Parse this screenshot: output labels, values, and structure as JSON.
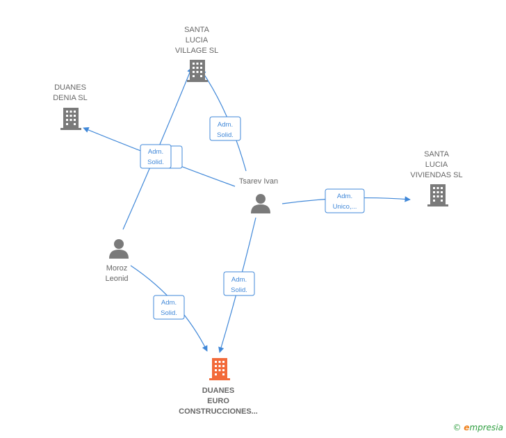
{
  "nodes": {
    "santa_lucia_village": {
      "label": [
        "SANTA",
        "LUCIA",
        "VILLAGE  SL"
      ],
      "kind": "company"
    },
    "duanes_denia": {
      "label": [
        "DUANES",
        "DENIA SL"
      ],
      "kind": "company"
    },
    "santa_lucia_viviendas": {
      "label": [
        "SANTA",
        "LUCIA",
        "VIVIENDAS  SL"
      ],
      "kind": "company"
    },
    "duanes_euro": {
      "label": [
        "DUANES",
        "EURO",
        "CONSTRUCCIONES..."
      ],
      "kind": "company-main"
    },
    "tsarev": {
      "label": [
        "Tsarev Ivan"
      ],
      "kind": "person"
    },
    "moroz": {
      "label": [
        "Moroz",
        "Leonid"
      ],
      "kind": "person"
    }
  },
  "edges": {
    "moroz_village": {
      "label": [
        "Adm.",
        "Solid."
      ]
    },
    "tsarev_denia": {
      "label": [
        "Adm.",
        "Solid."
      ]
    },
    "tsarev_village": {
      "label": [
        "Adm.",
        "Solid."
      ]
    },
    "tsarev_viviendas": {
      "label": [
        "Adm.",
        "Unico,..."
      ]
    },
    "tsarev_euro": {
      "label": [
        "Adm.",
        "Solid."
      ]
    },
    "moroz_euro": {
      "label": [
        "Adm.",
        "Solid."
      ]
    }
  },
  "colors": {
    "company": "#7a7a7a",
    "company_main": "#f26a3a",
    "person": "#7a7a7a",
    "edge": "#3f87d8"
  },
  "footer": {
    "copyright": "©",
    "brand_initial": "e",
    "brand_rest": "mpresia"
  }
}
